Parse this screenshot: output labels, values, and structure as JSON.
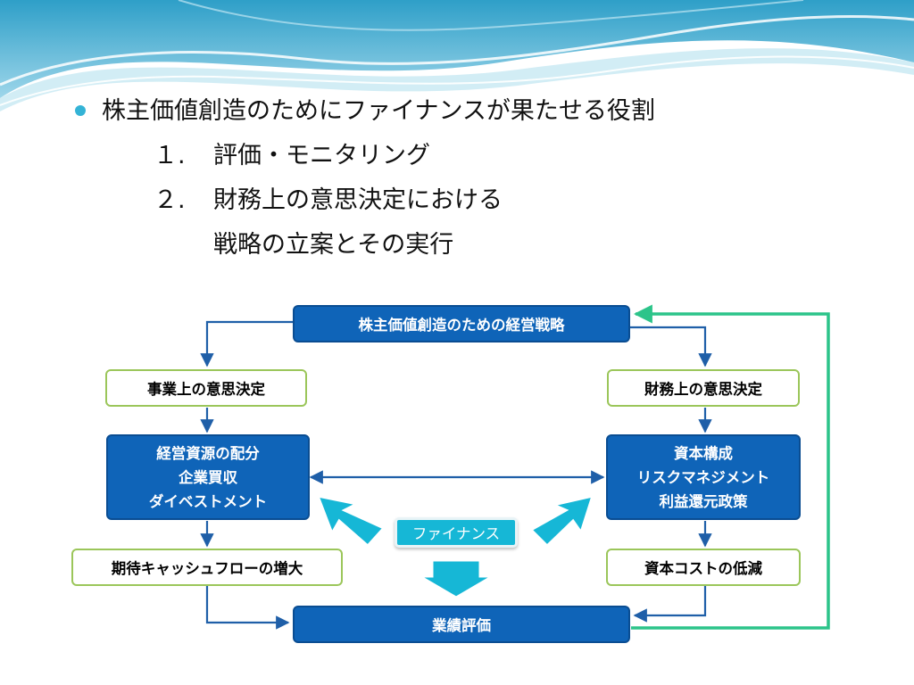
{
  "bullets": {
    "main": "株主価値創造のためにファイナンスが果たせる役割",
    "items": [
      {
        "num": "１.",
        "text": "評価・モニタリング"
      },
      {
        "num": "２.",
        "text": "財務上の意思決定における"
      }
    ],
    "continuation": "戦略の立案とその実行"
  },
  "diagram": {
    "top": "株主価値創造のための経営戦略",
    "left_decision": "事業上の意思決定",
    "right_decision": "財務上の意思決定",
    "left_actions": [
      "経営資源の配分",
      "企業買収",
      "ダイベストメント"
    ],
    "right_actions": [
      "資本構成",
      "リスクマネジメント",
      "利益還元政策"
    ],
    "left_result": "期待キャッシュフローの増大",
    "right_result": "資本コストの低減",
    "center": "ファイナンス",
    "bottom": "業績評価"
  },
  "colors": {
    "blue_box": "#0f64b8",
    "green_border": "#9bc65a",
    "teal_arrow": "#16b7d6",
    "feedback_line": "#2cc48a",
    "connector": "#1f5fa8"
  }
}
